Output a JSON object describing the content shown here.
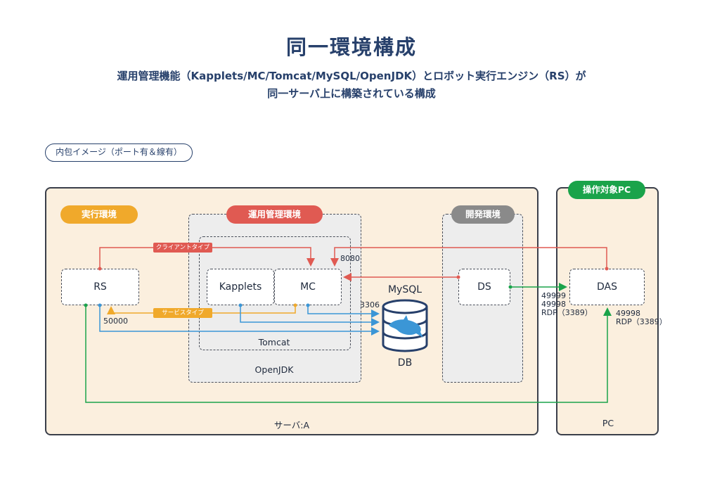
{
  "title": "同一環境構成",
  "subtitle_line1": "運用管理機能（Kapplets/MC/Tomcat/MySQL/OpenJDK）とロボット実行エンジン（RS）が",
  "subtitle_line2": "同一サーバ上に構築されている構成",
  "image_badge": "内包イメージ（ポート有＆線有）",
  "server": {
    "label": "サーバ:A"
  },
  "pc": {
    "badge": "操作対象PC",
    "label": "PC"
  },
  "groups": {
    "exec_env": "実行環境",
    "ops_env": "運用管理環境",
    "dev_env": "開発環境",
    "openjdk": "OpenJDK",
    "tomcat": "Tomcat"
  },
  "nodes": {
    "rs": "RS",
    "kapplets": "Kapplets",
    "mc": "MC",
    "ds": "DS",
    "das": "DAS",
    "mysql": "MySQL",
    "db": "DB"
  },
  "ports": {
    "p8080": "8080",
    "p3306": "3306",
    "p50000": "50000",
    "ds_das_1": "49999",
    "ds_das_2": "49998",
    "ds_das_3": "RDP（3389）",
    "rs_das_1": "49998",
    "rs_das_2": "RDP（3389）"
  },
  "line_tags": {
    "client_type": "クライアントタイプ",
    "service_type": "サービスタイプ"
  },
  "colors": {
    "red": "#e05a52",
    "orange": "#f0a92b",
    "blue": "#3b96d6",
    "green": "#1aa34a",
    "gray": "#8a8a8a",
    "navy": "#27406b"
  }
}
